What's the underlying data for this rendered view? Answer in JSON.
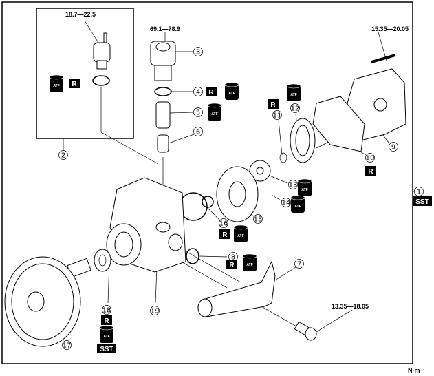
{
  "unit_label": "N·m",
  "torques": {
    "switch": "18.7—22.5",
    "plug": "69.1—78.9",
    "cover_bolt": "15.35—20.05",
    "pipe_bolt": "13.35—18.05"
  },
  "callouts": [
    "1",
    "2",
    "3",
    "4",
    "5",
    "6",
    "7",
    "8",
    "9",
    "10",
    "11",
    "12",
    "13",
    "14",
    "15",
    "16",
    "17",
    "18",
    "19"
  ],
  "badges": {
    "replace": "R",
    "fluid": "ATF",
    "special_tool": "SST"
  },
  "icons": [
    "atf-fluid-can-icon",
    "replace-part-badge",
    "special-service-tool-badge"
  ],
  "colors": {
    "line": "#000000",
    "background": "#ffffff",
    "badge": "#000000"
  }
}
